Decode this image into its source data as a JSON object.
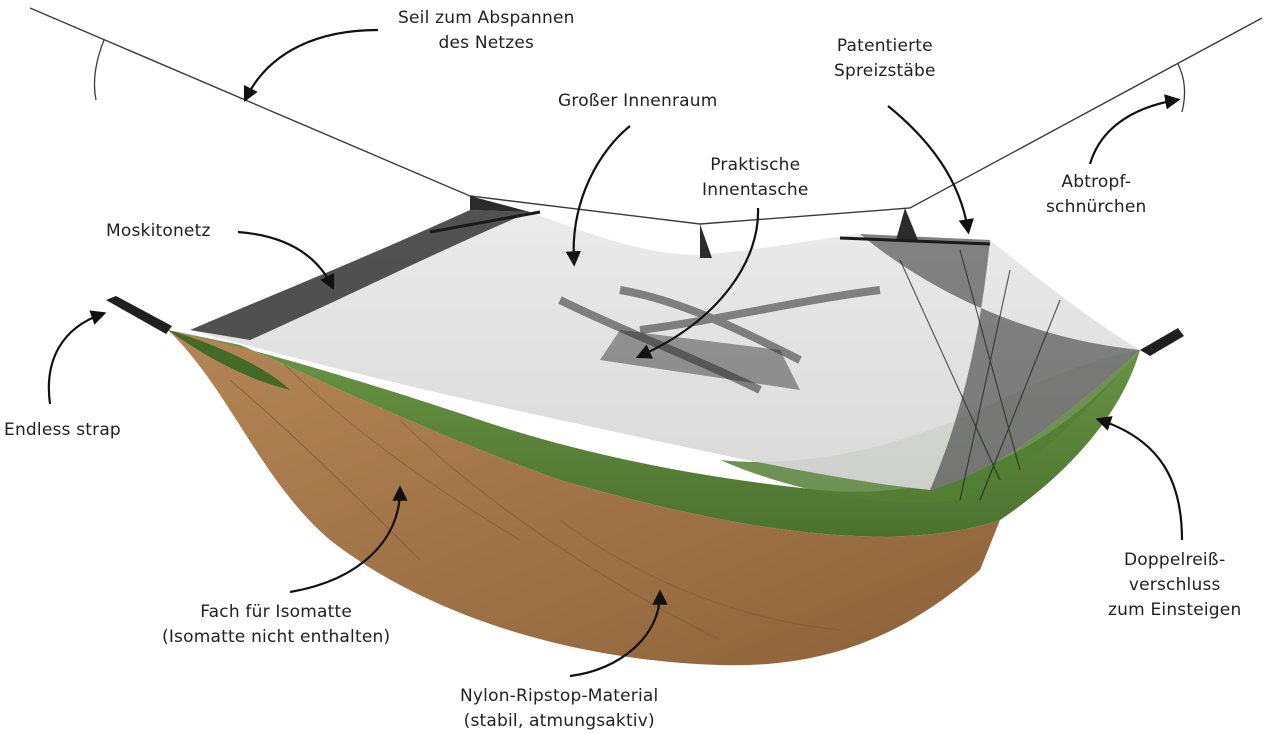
{
  "colors": {
    "background": "#ffffff",
    "green_fabric": "#5f8a3c",
    "green_fabric_dark": "#436a27",
    "brown_fabric": "#a7784a",
    "brown_fabric_dark": "#7b5430",
    "mosquito_net": "#2b2b2b",
    "rope": "#3a3a3a",
    "label_text": "#1f1f1f",
    "arrow": "#111111"
  },
  "annotations": {
    "seil": [
      "Seil zum Abspannen",
      "des Netzes"
    ],
    "innenraum": [
      "Großer Innenraum"
    ],
    "spreizstaebe": [
      "Patentierte",
      "Spreizstäbe"
    ],
    "innentasche": [
      "Praktische",
      "Innentasche"
    ],
    "abtropf": [
      "Abtropf-",
      "schnürchen"
    ],
    "moskitonetz": [
      "Moskitonetz"
    ],
    "strap": [
      "Endless strap"
    ],
    "reissverschluss": [
      "Doppelreiß-",
      "verschluss",
      "zum Einsteigen"
    ],
    "fach": [
      "Fach für Isomatte",
      "(Isomatte nicht enthalten)"
    ],
    "material": [
      "Nylon-Ripstop-Material",
      "(stabil, atmungsaktiv)"
    ]
  },
  "icons": {
    "arrow": "curved-arrow-icon",
    "strap": "strap-end-icon"
  }
}
